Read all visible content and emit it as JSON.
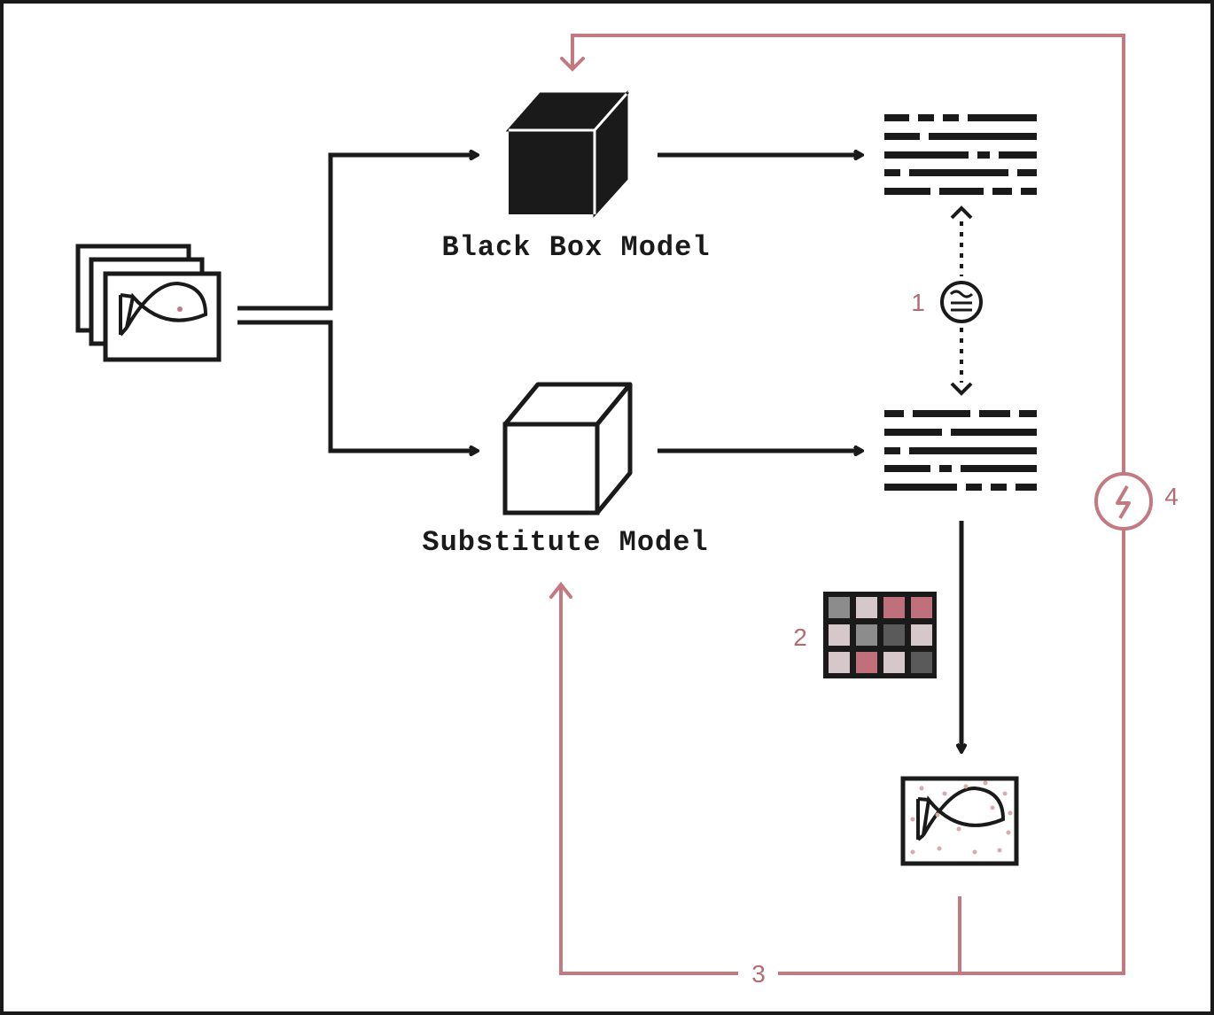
{
  "labels": {
    "black_box": "Black Box Model",
    "substitute": "Substitute Model"
  },
  "steps": {
    "s1": "1",
    "s2": "2",
    "s3": "3",
    "s4": "4"
  },
  "icons": {
    "approx": "approximately-equal-icon",
    "lightning": "lightning-icon",
    "fish": "fish-image-icon",
    "grid": "perturbation-grid-icon"
  },
  "colors": {
    "accent": "#c27a80",
    "ink": "#1a1a1a",
    "grid_dark": "#5a5a5a",
    "grid_mid": "#8c8c8c",
    "grid_light": "#d6c8ca",
    "grid_red": "#c0707a"
  }
}
